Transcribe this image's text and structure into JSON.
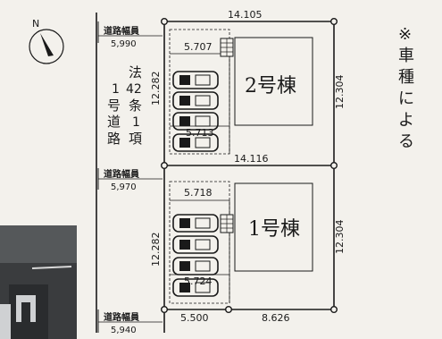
{
  "north": {
    "label": "N"
  },
  "road": {
    "width_label": "道路幅員",
    "widths": [
      "5,990",
      "5,970",
      "5,940"
    ],
    "legal_basis": [
      "法",
      "42",
      "条",
      "1",
      "項",
      "1",
      "号",
      "道",
      "路"
    ]
  },
  "lots": [
    {
      "name": "2号棟",
      "top_width": "14.105",
      "house_front_width": "5.707",
      "parking_width": "5.713",
      "side_depth": "12.282",
      "right_depth": "12.304"
    },
    {
      "name": "1号棟",
      "top_width": "14.116",
      "house_front_width": "5.718",
      "parking_width": "5.724",
      "side_depth": "12.282",
      "right_depth": "12.304"
    }
  ],
  "bottom_widths": [
    "5.500",
    "8.626"
  ],
  "note": [
    "※",
    "車",
    "種",
    "に",
    "よ",
    "る"
  ],
  "colors": {
    "line": "#1a1a1a",
    "background": "#f3f1ec",
    "photo_dark": "#3a3c3e"
  }
}
